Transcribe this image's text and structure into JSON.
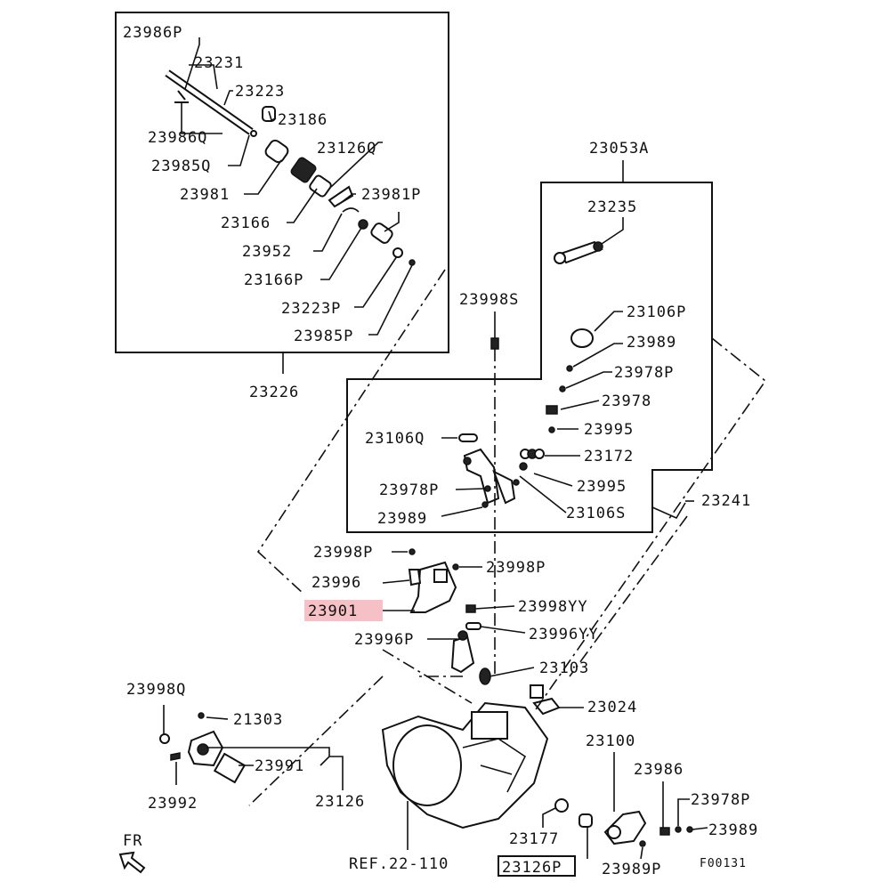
{
  "labels": {
    "p23986P": "23986P",
    "p23231": "23231",
    "p23223": "23223",
    "p23186": "23186",
    "p23986Q": "23986Q",
    "p23126Q": "23126Q",
    "p23985Q": "23985Q",
    "p23981": "23981",
    "p23981P": "23981P",
    "p23166": "23166",
    "p23952": "23952",
    "p23166P": "23166P",
    "p23223P": "23223P",
    "p23985P": "23985P",
    "p23226": "23226",
    "p23053A": "23053A",
    "p23235": "23235",
    "p23998S": "23998S",
    "p23106P": "23106P",
    "p23989a": "23989",
    "p23978P_a": "23978P",
    "p23978": "23978",
    "p23106Q": "23106Q",
    "p23995a": "23995",
    "p23172": "23172",
    "p23978P_b": "23978P",
    "p23995b": "23995",
    "p23989b": "23989",
    "p23106S": "23106S",
    "p23241": "23241",
    "p23998P_a": "23998P",
    "p23998P_b": "23998P",
    "p23996": "23996",
    "p23901": "23901",
    "p23998YY": "23998YY",
    "p23996P": "23996P",
    "p23996YY": "23996YY",
    "p23103": "23103",
    "p23998Q": "23998Q",
    "p23024": "23024",
    "p21303": "21303",
    "p23100": "23100",
    "p23991": "23991",
    "p23986": "23986",
    "p23992": "23992",
    "p23126": "23126",
    "p23978P_c": "23978P",
    "p23989c": "23989",
    "p23177": "23177",
    "ref": "REF.22-110",
    "p23126P": "23126P",
    "p23989P": "23989P",
    "fr": "FR",
    "figcode": "F00131"
  },
  "colors": {
    "highlight": "#f5c0c6",
    "ink": "#111111"
  },
  "highlighted_part": "23901"
}
